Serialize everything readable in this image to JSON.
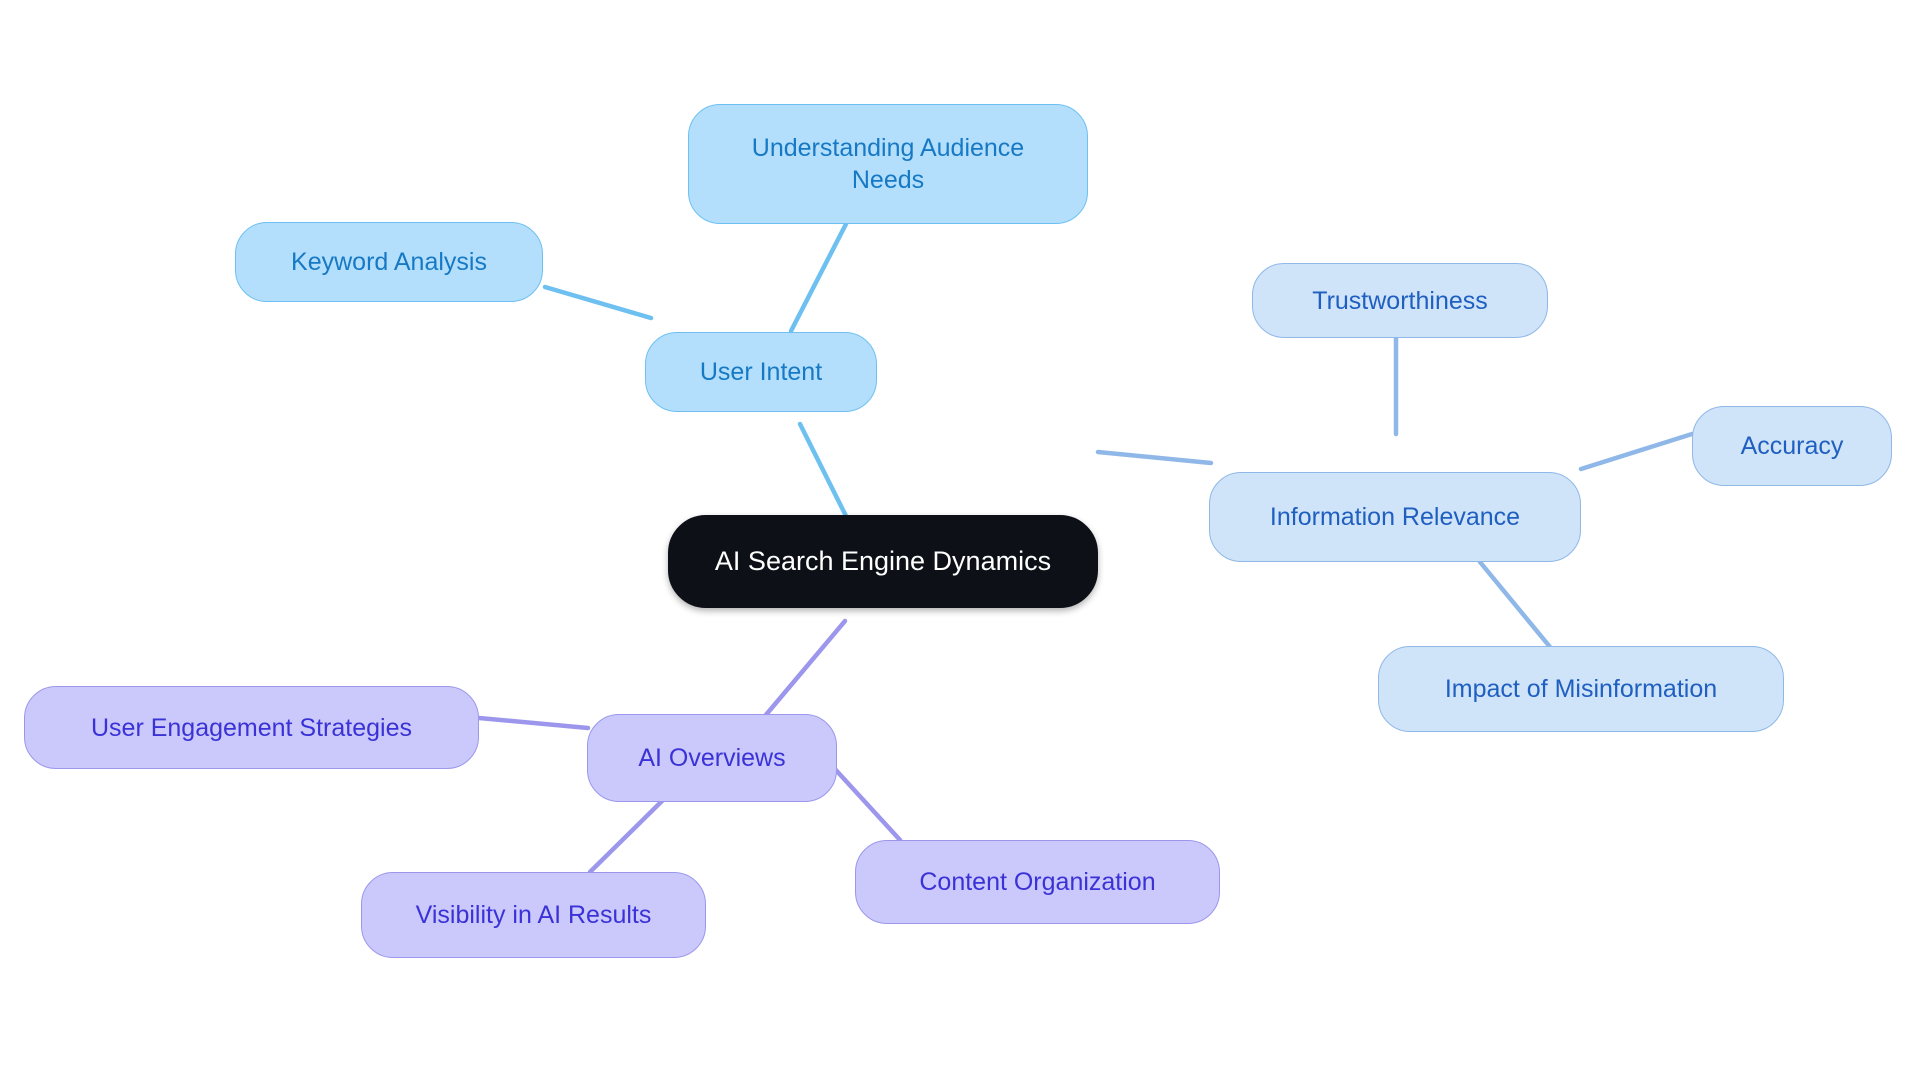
{
  "diagram": {
    "type": "mindmap",
    "title": "AI Search Engine Dynamics",
    "background": "#ffffff",
    "root": {
      "id": "root",
      "label": "AI Search Engine Dynamics",
      "fill": "#0d1117",
      "text_color": "#ffffff"
    },
    "branches": [
      {
        "id": "user-intent",
        "label": "User Intent",
        "fill": "#b3dffc",
        "border": "#6ec0f0",
        "text_color": "#1779c4",
        "edge_color": "#6ec0f0",
        "children": [
          {
            "id": "understanding-audience-needs",
            "label": "Understanding Audience\nNeeds"
          },
          {
            "id": "keyword-analysis",
            "label": "Keyword Analysis"
          }
        ]
      },
      {
        "id": "information-relevance",
        "label": "Information Relevance",
        "fill": "#cfe3f9",
        "border": "#8fb8e8",
        "text_color": "#1f5fc0",
        "edge_color": "#8fb8e8",
        "children": [
          {
            "id": "trustworthiness",
            "label": "Trustworthiness"
          },
          {
            "id": "accuracy",
            "label": "Accuracy"
          },
          {
            "id": "impact-of-misinformation",
            "label": "Impact of Misinformation"
          }
        ]
      },
      {
        "id": "ai-overviews",
        "label": "AI Overviews",
        "fill": "#cbc9fb",
        "border": "#9c97ec",
        "text_color": "#3a32d6",
        "edge_color": "#9c97ec",
        "children": [
          {
            "id": "user-engagement-strategies",
            "label": "User Engagement Strategies"
          },
          {
            "id": "visibility-in-ai-results",
            "label": "Visibility in AI Results"
          },
          {
            "id": "content-organization",
            "label": "Content Organization"
          }
        ]
      }
    ]
  }
}
